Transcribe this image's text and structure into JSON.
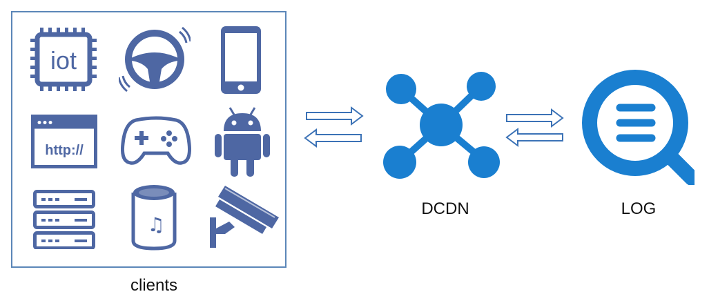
{
  "clients": {
    "label": "clients",
    "icons": [
      {
        "name": "iot-chip-icon",
        "text": "iot"
      },
      {
        "name": "steering-wheel-icon"
      },
      {
        "name": "smartphone-icon"
      },
      {
        "name": "browser-window-icon",
        "text": "http://"
      },
      {
        "name": "gamepad-icon"
      },
      {
        "name": "android-icon"
      },
      {
        "name": "server-rack-icon"
      },
      {
        "name": "smart-speaker-icon",
        "text": "♫"
      },
      {
        "name": "security-camera-icon"
      }
    ]
  },
  "dcdn": {
    "label": "DCDN",
    "icon": "network-hub-icon"
  },
  "log": {
    "label": "LOG",
    "icon": "log-search-icon"
  },
  "colors": {
    "client_icon": "#4e67a3",
    "box_border": "#5b86b8",
    "network": "#1a7fd0",
    "arrow": "#3b72b6"
  }
}
